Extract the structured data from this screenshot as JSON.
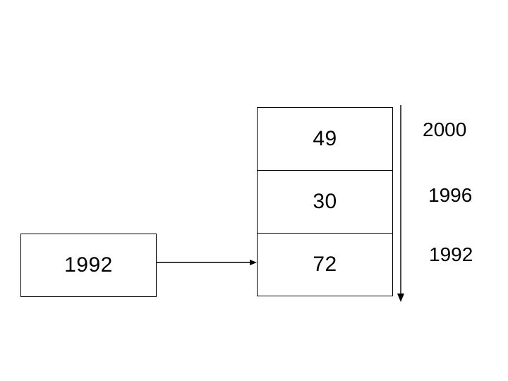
{
  "diagram": {
    "type": "timeline-flow-diagram",
    "background_color": "#ffffff",
    "stroke_color": "#000000",
    "source_box": {
      "label": "1992"
    },
    "connector_arrow": {
      "icon": "arrow-right-icon",
      "direction": "right"
    },
    "stack": {
      "cells": [
        {
          "value": "49"
        },
        {
          "value": "30"
        },
        {
          "value": "72"
        }
      ]
    },
    "timeline": {
      "icon": "arrow-down-icon",
      "direction": "down",
      "years": [
        {
          "label": "2000"
        },
        {
          "label": "1996"
        },
        {
          "label": "1992"
        }
      ]
    }
  },
  "chart_data": {
    "type": "bar",
    "title": "",
    "xlabel": "",
    "ylabel": "",
    "categories": [
      "2000",
      "1996",
      "1992"
    ],
    "values": [
      49,
      30,
      72
    ],
    "orientation": "stacked-cells-descending-time",
    "annotations": [
      "1992"
    ],
    "legend": "none",
    "grid": false
  }
}
